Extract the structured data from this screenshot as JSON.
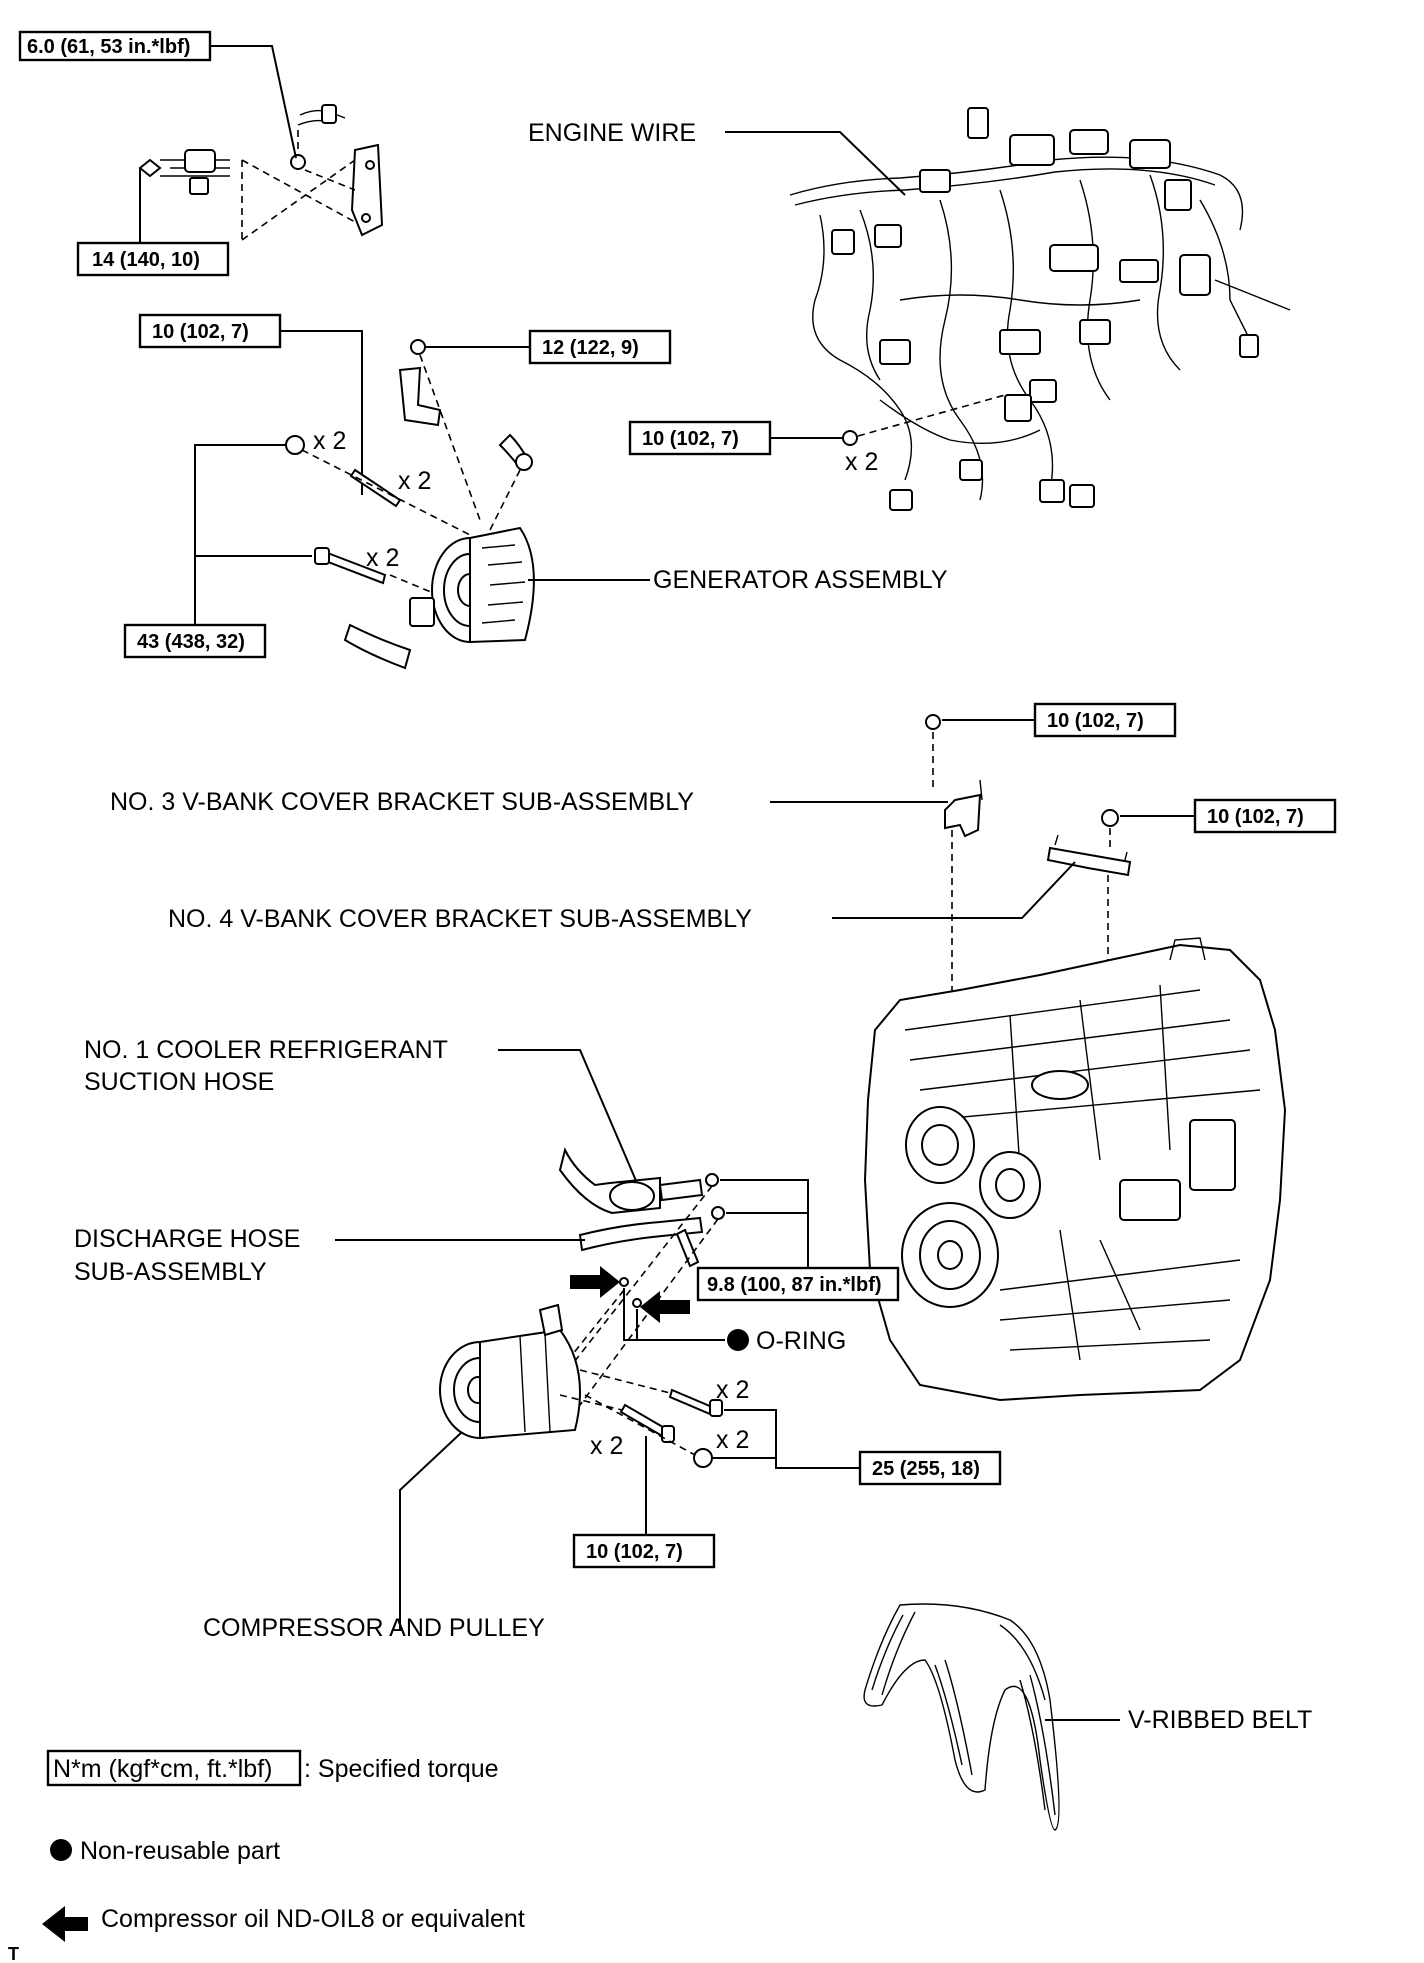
{
  "torque_specs": {
    "t_6_0": "6.0 (61, 53 in.*lbf)",
    "t_14": "14 (140, 10)",
    "t_10_top": "10 (102, 7)",
    "t_12": "12 (122, 9)",
    "t_10_wire": "10 (102, 7)",
    "t_43": "43 (438, 32)",
    "t_10_bracket3": "10 (102, 7)",
    "t_10_bracket4": "10 (102, 7)",
    "t_9_8": "9.8 (100, 87 in.*lbf)",
    "t_25": "25 (255, 18)",
    "t_10_compressor": "10 (102, 7)"
  },
  "labels": {
    "engine_wire": "ENGINE WIRE",
    "generator_assembly": "GENERATOR ASSEMBLY",
    "no3_bracket": "NO. 3 V-BANK COVER BRACKET SUB-ASSEMBLY",
    "no4_bracket": "NO. 4 V-BANK COVER BRACKET SUB-ASSEMBLY",
    "suction_hose_1": "NO. 1 COOLER REFRIGERANT",
    "suction_hose_2": "SUCTION HOSE",
    "discharge_hose_1": "DISCHARGE HOSE",
    "discharge_hose_2": "SUB-ASSEMBLY",
    "o_ring": "O-RING",
    "compressor": "COMPRESSOR AND PULLEY",
    "v_ribbed_belt": "V-RIBBED BELT",
    "corner_mark": "T"
  },
  "quantities": {
    "gen_nut": "x 2",
    "gen_stud": "x 2",
    "gen_bolt": "x 2",
    "wire_bolt": "x 2",
    "comp_bolt_a": "x 2",
    "comp_nut": "x 2",
    "comp_bolt_b": "x 2"
  },
  "legend": {
    "torque_box": "N*m (kgf*cm, ft.*lbf)",
    "torque_desc": ": Specified torque",
    "non_reusable": "Non-reusable part",
    "oil": "Compressor oil ND-OIL8 or equivalent"
  }
}
